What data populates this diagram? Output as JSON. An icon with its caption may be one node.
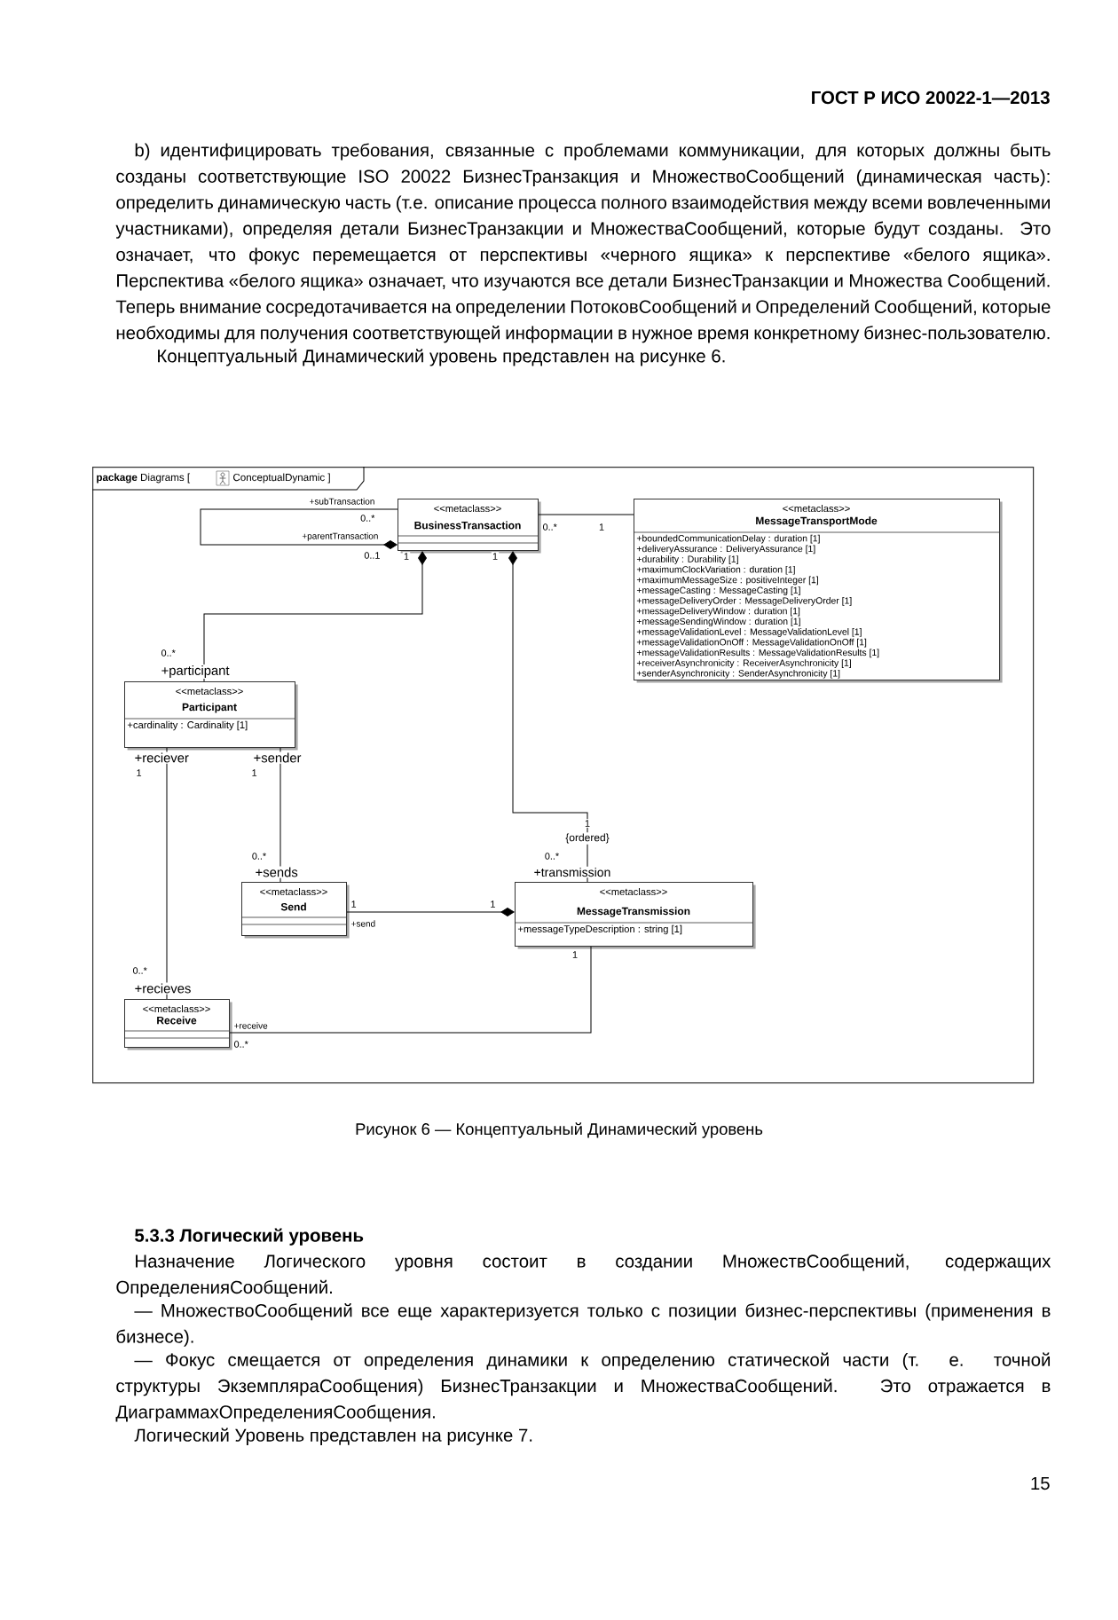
{
  "diagram": {
    "caption": "Рисунок 6 — Концептуальный Динамический уровень",
    "nodes": [
      {
        "text": [
          "**package** Diagrams [",
          "ConceptualDynamic ]"
        ]
      },
      {
        "text": [
          "<<metaclass>>",
          "BusinessTransaction"
        ],
        "in": 0
      },
      {
        "text": [
          "<<metaclass>>",
          "MessageTransportMode",
          "+boundedCommunicationDelay : duration [1]",
          "+deliveryAssurance : DeliveryAssurance [1]",
          "+durability : Durability [1]",
          "+maximumClockVariation : duration [1]",
          "+maximumMessageSize : positiveInteger [1]",
          "+messageCasting : MessageCasting [1]",
          "+messageDeliveryOrder : MessageDeliveryOrder [1]",
          "+messageDeliveryWindow : duration [1]",
          "+messageSendingWindow : duration [1]",
          "+messageValidationLevel : MessageValidationLevel [1]",
          "+messageValidationOnOff : MessageValidationOnOff [1]",
          "+messageValidationResults : MessageValidationResults [1]",
          "+receiverAsynchronicity : ReceiverAsynchronicity [1]",
          "+senderAsynchronicity : SenderAsynchronicity [1]"
        ],
        "in": 0
      },
      {
        "text": [
          "<<metaclass>>",
          "Participant",
          "+cardinality : Cardinality [1]"
        ],
        "in": 0
      },
      {
        "text": [
          "<<metaclass>>",
          "Send"
        ],
        "in": 0
      },
      {
        "text": [
          "<<metaclass>>",
          "MessageTransmission",
          "+messageTypeDescription : string [1]"
        ],
        "in": 0
      },
      {
        "text": [
          "<<metaclass>>",
          "Receive"
        ],
        "in": 0
      }
    ],
    "edges": [
      {
        "from": 1,
        "to": 1,
        "arrow": "other"
      },
      {
        "from": 1,
        "to": 2,
        "arrow": "none"
      },
      {
        "from": 1,
        "to": 3,
        "arrow": "other"
      },
      {
        "from": 1,
        "to": 5,
        "arrow": "other"
      },
      {
        "from": 3,
        "to": 4,
        "arrow": "none"
      },
      {
        "from": 3,
        "to": 6,
        "arrow": "none"
      },
      {
        "from": 5,
        "to": 4,
        "arrow": "other"
      },
      {
        "from": 5,
        "to": 6,
        "arrow": "none"
      }
    ],
    "labels": [
      "ГОСТ Р ИСО 20022-1—2013",
      "b) идентифицировать требования, связанные с проблемами коммуникации, для которых должны быть созданы соответствующие ISO 20022 БизнесТранзакция и МножествоСообщений (динамическая часть): определить динамическую часть (т.е. описание процесса полного взаимодействия между всеми вовлеченными участниками), определяя детали БизнесТранзакции и МножестваСообщений, которые будут созданы. Это означает, что фокус перемещается от перспективы «черного ящика» к перспективе «белого ящика». Перспектива «белого ящика» означает, что изучаются все детали БизнесТранзакции и Множества Сообщений. Теперь внимание сосредотачивается на определении ПотоковСообщений и Определений Сообщений, которые необходимы для получения соответствующей информации в нужное время конкретному бизнес-пользователю.",
      "Концептуальный Динамический уровень представлен на рисунке 6.",
      "+subTransaction",
      "0..*",
      "+parentTransaction",
      "0..1",
      "1",
      "1",
      "0..*",
      "1",
      "0..*",
      "+participant",
      "+reciever",
      "1",
      "+sender",
      "1",
      "1",
      "{ordered}",
      "0..*",
      "+transmission",
      "0..*",
      "+sends",
      "1",
      "+send",
      "1",
      "1",
      "0..*",
      "+recieves",
      "+receive",
      "0..*",
      "5.3.3 Логический уровень",
      "Назначение Логического уровня состоит в создании МножествСообщений, содержащих ОпределенияСообщений.",
      "— МножествоСообщений все еще характеризуется только с позиции бизнес-перспективы (применения в бизнесе).",
      "— Фокус смещается от определения динамики к определению статической части (т. е. точной структуры ЭкземпляраСообщения) БизнесТранзакции и МножестваСообщений. Это отражается в ДиаграммахОпределенияСообщения.",
      "Логический Уровень представлен на рисунке 7.",
      "15"
    ]
  }
}
